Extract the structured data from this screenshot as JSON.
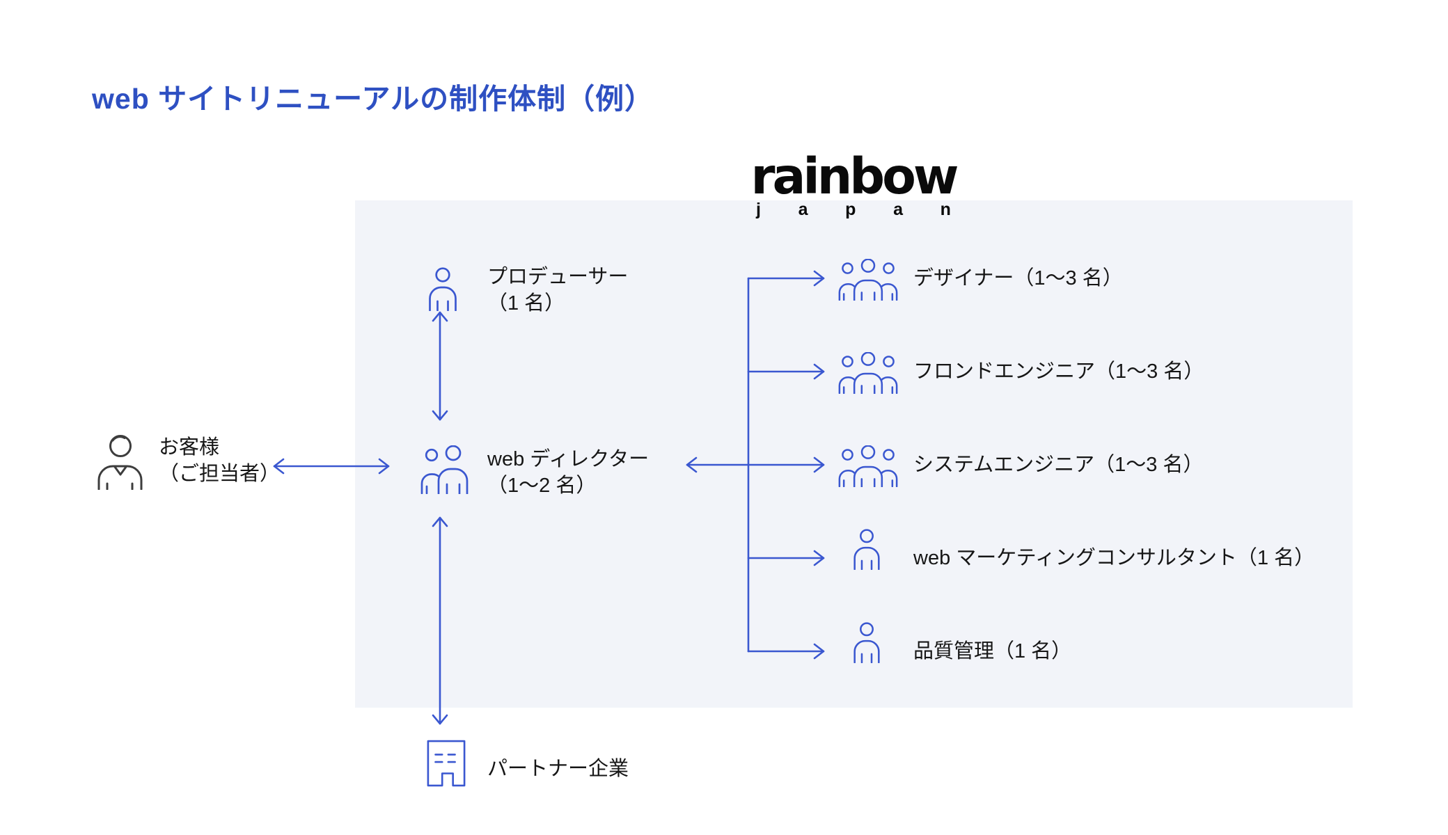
{
  "title": "web サイトリニューアルの制作体制（例）",
  "logo": {
    "brand": "rainbow",
    "sub_letters": "japan",
    "sub_display": [
      "j",
      "a",
      "p",
      "a",
      "n"
    ]
  },
  "colors": {
    "title_blue": "#2e50c2",
    "diagram_blue": "#3a57d0",
    "panel_bg": "#f2f4f9",
    "text": "#161616",
    "logo_black": "#0a0a0a",
    "customer_icon_gray": "#3d3d3d"
  },
  "customer": {
    "label_line1": "お客様",
    "label_line2": "（ご担当者）",
    "icon": "customer-person-icon"
  },
  "team": {
    "producer": {
      "label": "プロデューサー",
      "count": "（1 名）",
      "icon": "person-icon"
    },
    "director": {
      "label": "web ディレクター",
      "count": "（1〜2 名）",
      "icon": "two-person-icon"
    },
    "partner": {
      "label": "パートナー企業",
      "icon": "building-icon"
    },
    "members": [
      {
        "label": "デザイナー（1〜3 名）",
        "icon": "three-person-icon"
      },
      {
        "label": "フロンドエンジニア（1〜3 名）",
        "icon": "three-person-icon"
      },
      {
        "label": "システムエンジニア（1〜3 名）",
        "icon": "three-person-icon"
      },
      {
        "label": "web マーケティングコンサルタント（1 名）",
        "icon": "person-icon"
      },
      {
        "label": "品質管理（1 名）",
        "icon": "person-icon"
      }
    ]
  },
  "relations": [
    "customer <-> director",
    "producer <-> director",
    "director <-> partner",
    "director -> designer",
    "director -> front-engineer",
    "director <-> system-engineer",
    "director -> web-marketing-consultant",
    "director -> quality-control"
  ]
}
